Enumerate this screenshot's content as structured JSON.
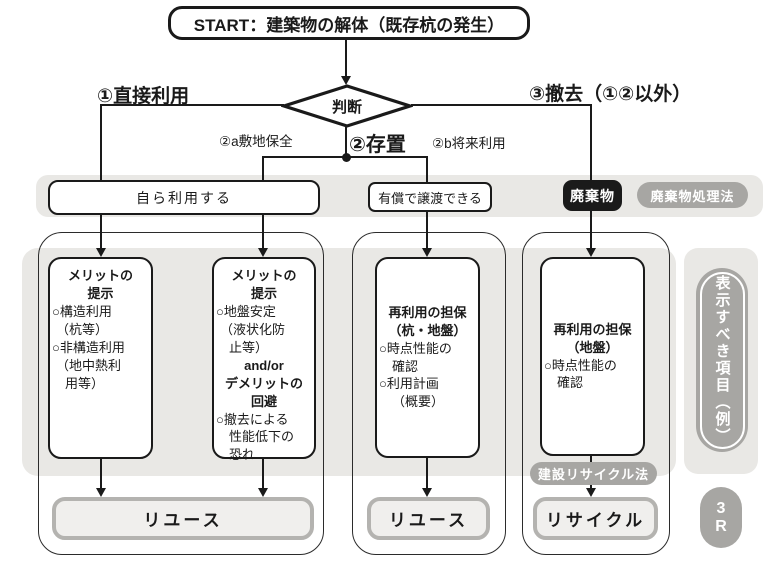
{
  "start": "START：建築物の解体（既存杭の発生）",
  "decision": "判断",
  "branches": {
    "b1": "①直接利用",
    "b2": "②存置",
    "b2a": "②a敷地保全",
    "b2b": "②b将来利用",
    "b3": "③撤去（①②以外）"
  },
  "band": {
    "self_use": "自ら利用する",
    "transfer": "有償で譲渡できる",
    "waste": "廃棄物",
    "waste_law": "廃棄物処理法"
  },
  "box1": {
    "lines": [
      "メリットの",
      "提示",
      "○構造利用",
      "（杭等）",
      "○非構造利用",
      "（地中熱利",
      "用等）"
    ]
  },
  "box2": {
    "lines": [
      "メリットの",
      "提示",
      "○地盤安定",
      "（液状化防",
      "止等）",
      "and/or",
      "デメリットの",
      "回避",
      "○撤去による",
      "性能低下の",
      "恐れ"
    ]
  },
  "box3": {
    "lines": [
      "再利用の担保",
      "（杭・地盤）",
      "○時点性能の",
      "確認",
      "○利用計画",
      "（概要）"
    ]
  },
  "box4": {
    "lines": [
      "再利用の担保",
      "（地盤）",
      "○時点性能の",
      "確認"
    ]
  },
  "badges": {
    "recycle_law": "建設リサイクル法",
    "display_items": "表示すべき項目（例）",
    "three_r": "3R"
  },
  "results": {
    "reuse_a": "リユース",
    "reuse_b": "リユース",
    "recycle": "リサイクル"
  },
  "colors": {
    "line_black": "#1a1a1a",
    "panel_gray": "#e9e8e5",
    "badge_gray": "#a7a6a3",
    "result_border": "#b4b3b0",
    "result_fill": "#f0efed"
  }
}
